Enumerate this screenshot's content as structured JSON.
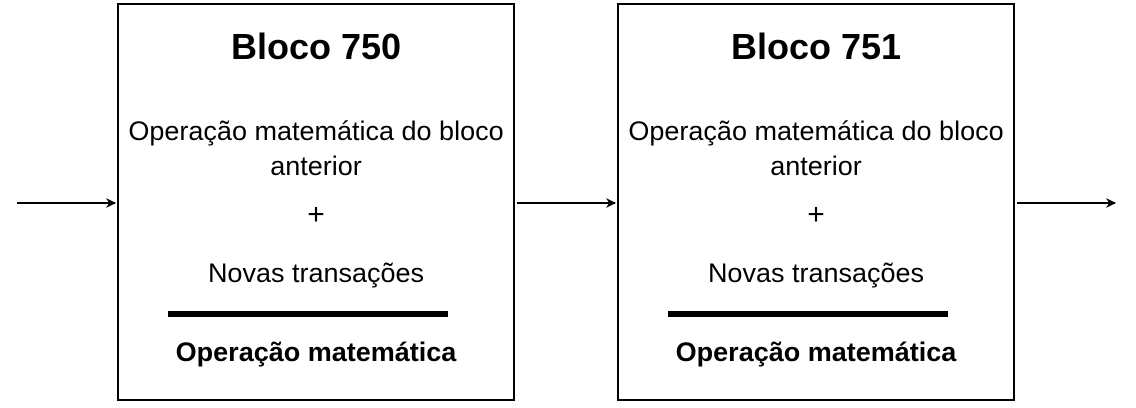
{
  "blocks": [
    {
      "title": "Bloco 750",
      "previous_op": "Operação matemática do bloco anterior",
      "plus": "+",
      "new_transactions": "Novas transações",
      "result": "Operação matemática"
    },
    {
      "title": "Bloco 751",
      "previous_op": "Operação matemática do bloco anterior",
      "plus": "+",
      "new_transactions": "Novas transações",
      "result": "Operação matemática"
    }
  ],
  "colors": {
    "stroke": "#000000",
    "background": "#ffffff"
  }
}
